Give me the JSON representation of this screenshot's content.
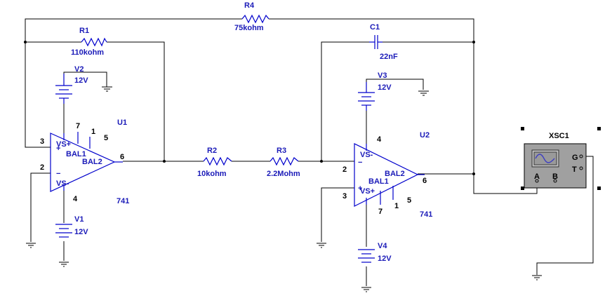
{
  "resistors": {
    "r1": {
      "name": "R1",
      "value": "110kohm"
    },
    "r2": {
      "name": "R2",
      "value": "10kohm"
    },
    "r3": {
      "name": "R3",
      "value": "2.2Mohm"
    },
    "r4": {
      "name": "R4",
      "value": "75kohm"
    }
  },
  "capacitor": {
    "name": "C1",
    "value": "22nF"
  },
  "sources": {
    "v1": {
      "name": "V1",
      "value": "12V"
    },
    "v2": {
      "name": "V2",
      "value": "12V"
    },
    "v3": {
      "name": "V3",
      "value": "12V"
    },
    "v4": {
      "name": "V4",
      "value": "12V"
    }
  },
  "opamps": {
    "u1": {
      "name": "U1",
      "model": "741",
      "vs_plus": "VS+",
      "vs_minus": "VS-",
      "bal1": "BAL1",
      "bal2": "BAL2",
      "pin3": "3",
      "pin2": "2",
      "pin7": "7",
      "pin1": "1",
      "pin5": "5",
      "pin6": "6",
      "pin4": "4",
      "plus_sign": "+",
      "minus_sign": "−"
    },
    "u2": {
      "name": "U2",
      "model": "741",
      "vs_plus": "VS+",
      "vs_minus": "VS-",
      "bal1": "BAL1",
      "bal2": "BAL2",
      "pin2": "2",
      "pin3": "3",
      "pin4": "4",
      "pin7": "7",
      "pin1": "1",
      "pin5": "5",
      "pin6": "6",
      "plus_sign": "+",
      "minus_sign": "−"
    }
  },
  "oscilloscope": {
    "name": "XSC1",
    "ch_a": "A",
    "ch_b": "B",
    "g": "G",
    "t": "T"
  },
  "colors": {
    "component": "#0000cc",
    "label": "#1a1ab8",
    "wire": "#000000",
    "scope_body": "#a0a0a0"
  }
}
